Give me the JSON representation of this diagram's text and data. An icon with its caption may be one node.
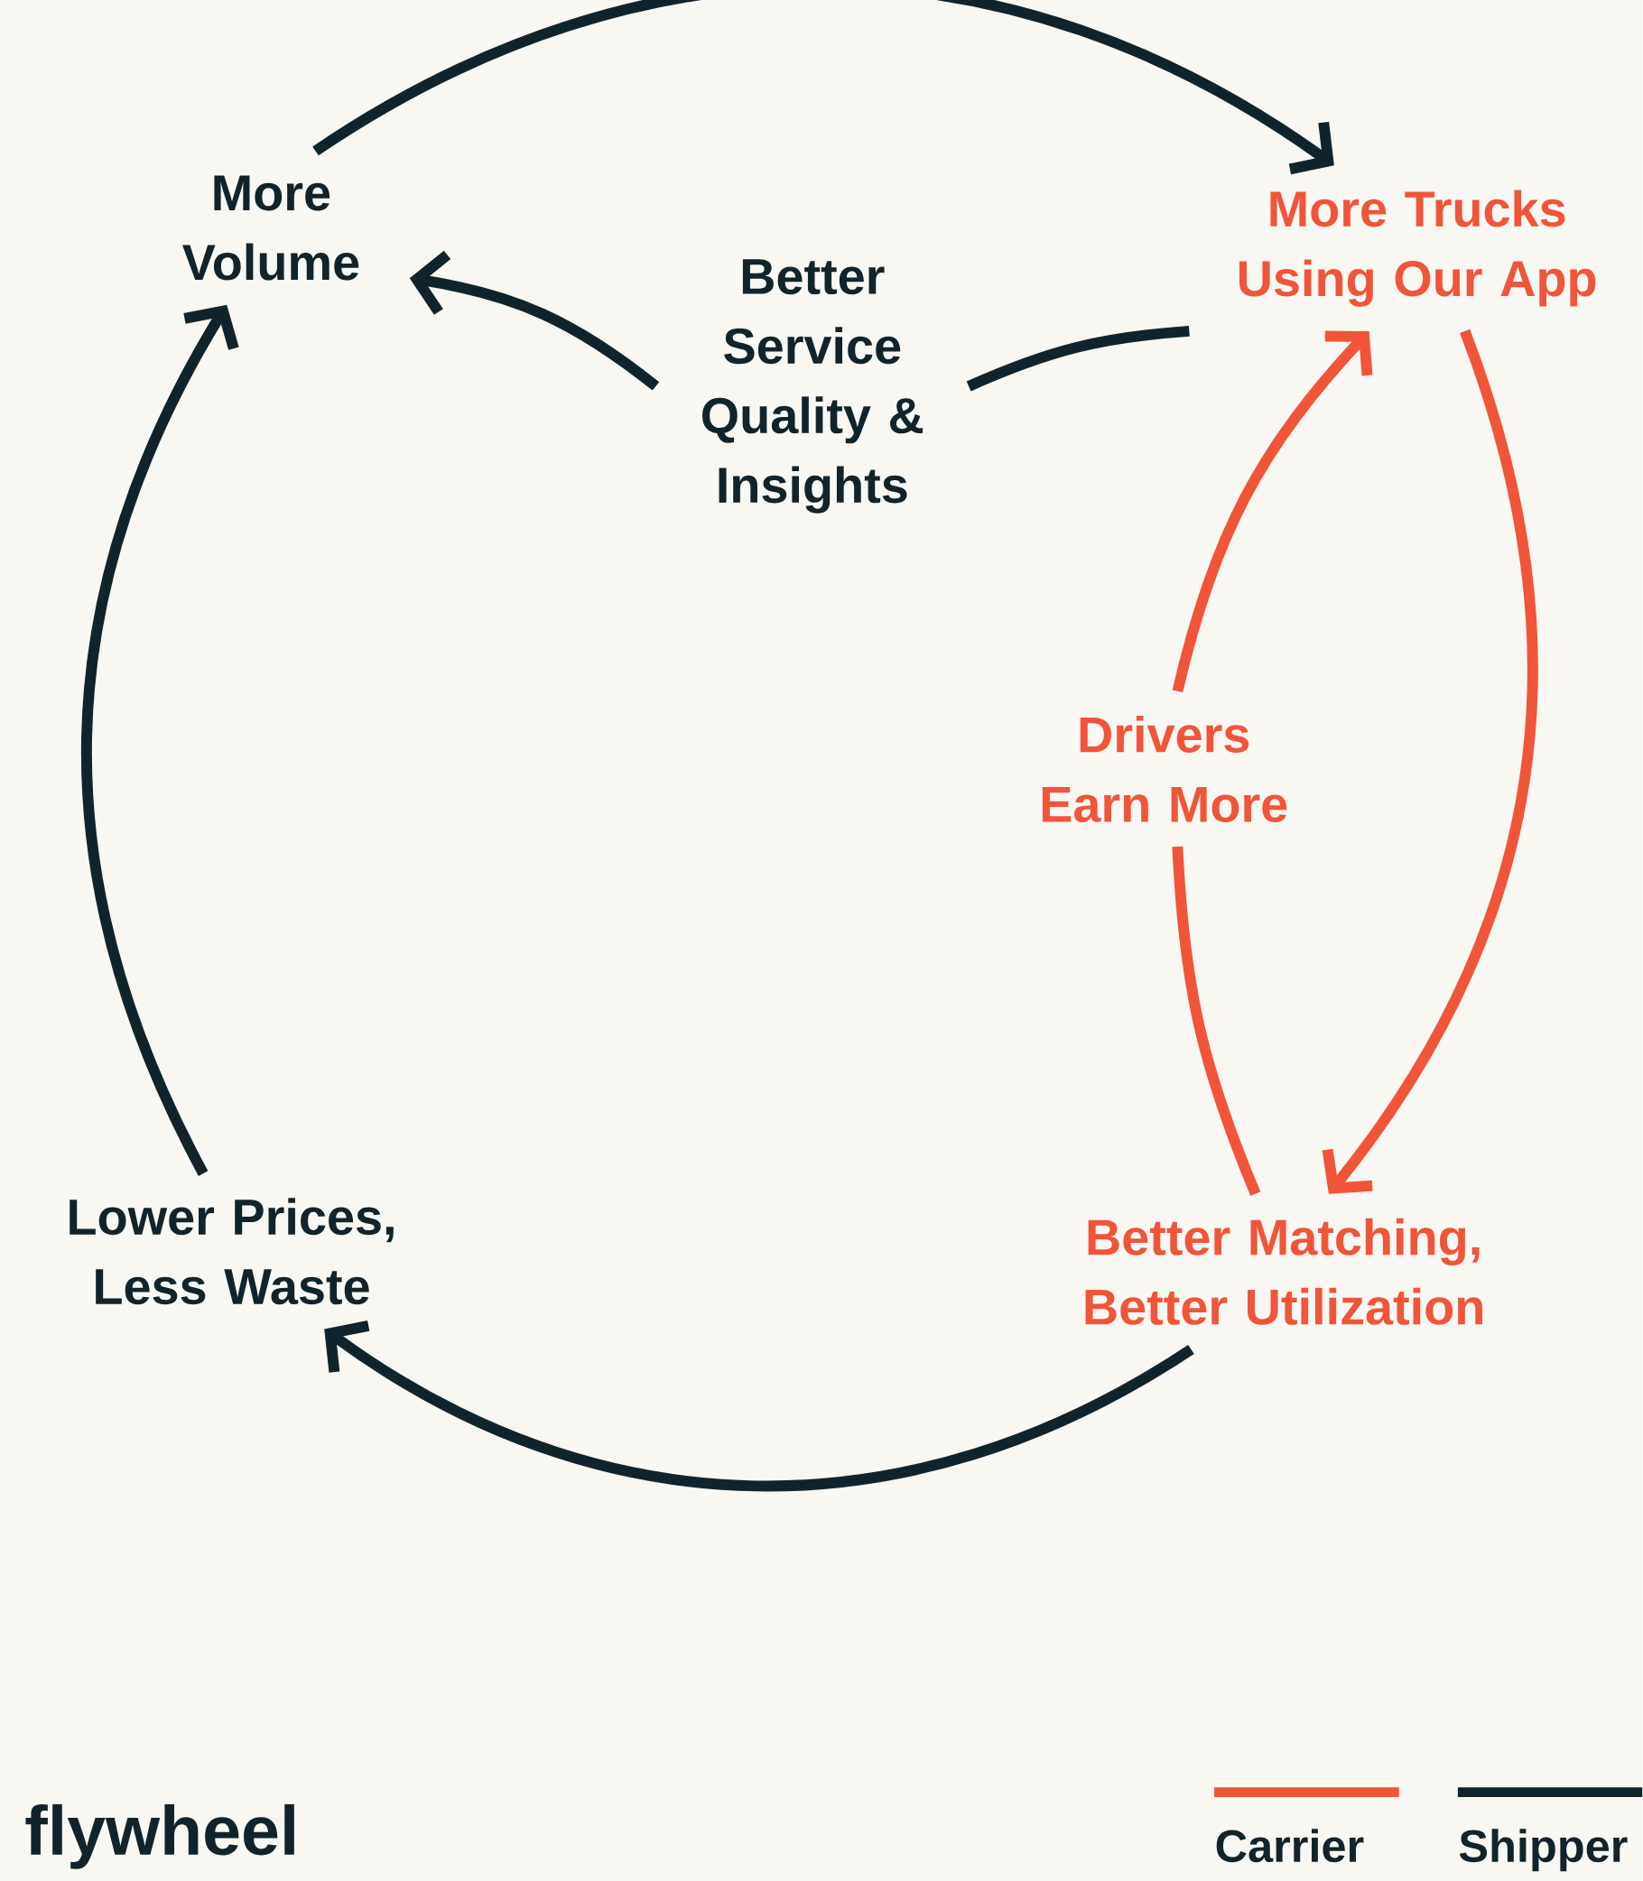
{
  "diagram": {
    "title": "flywheel",
    "nodes": [
      {
        "text": [
          "More Volume"
        ]
      },
      {
        "text": [
          "Better Service Quality & Insights"
        ]
      },
      {
        "text": [
          "More Trucks Using Our App"
        ]
      },
      {
        "text": [
          "Drivers Earn More"
        ]
      },
      {
        "text": [
          "Better Matching, Better Utilization"
        ]
      },
      {
        "text": [
          "Lower Prices, Less Waste"
        ]
      }
    ],
    "edges": [
      {
        "from": 0,
        "to": 2,
        "arrow": "to"
      },
      {
        "from": 2,
        "to": 1,
        "arrow": "none"
      },
      {
        "from": 1,
        "to": 0,
        "arrow": "to"
      },
      {
        "from": 2,
        "to": 4,
        "arrow": "to",
        "color": "#f0553a"
      },
      {
        "from": 4,
        "to": 3,
        "arrow": "none",
        "color": "#f0553a"
      },
      {
        "from": 3,
        "to": 2,
        "arrow": "to",
        "color": "#f0553a"
      },
      {
        "from": 4,
        "to": 5,
        "arrow": "to"
      },
      {
        "from": 5,
        "to": 0,
        "arrow": "to"
      }
    ],
    "legend": [
      {
        "text": "Carrier",
        "color": "#f0553a"
      },
      {
        "text": "Shipper",
        "color": "#12242b"
      }
    ]
  }
}
